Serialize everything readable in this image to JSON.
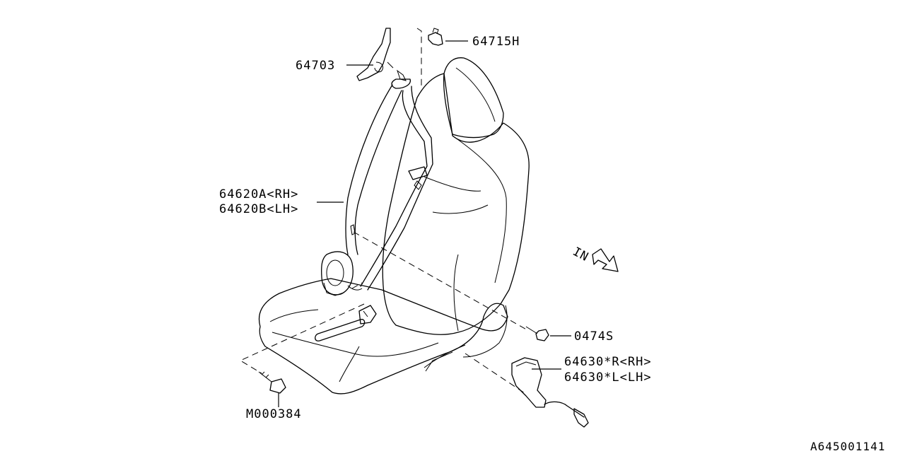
{
  "parts": {
    "p64715h": "64715H",
    "p64703": "64703",
    "p64620a": "64620A<RH>",
    "p64620b": "64620B<LH>",
    "p0474s": "0474S",
    "p64630r": "64630*R<RH>",
    "p64630l": "64630*L<LH>",
    "pm000384": "M000384"
  },
  "direction_label": "IN",
  "diagram_code": "A645001141"
}
